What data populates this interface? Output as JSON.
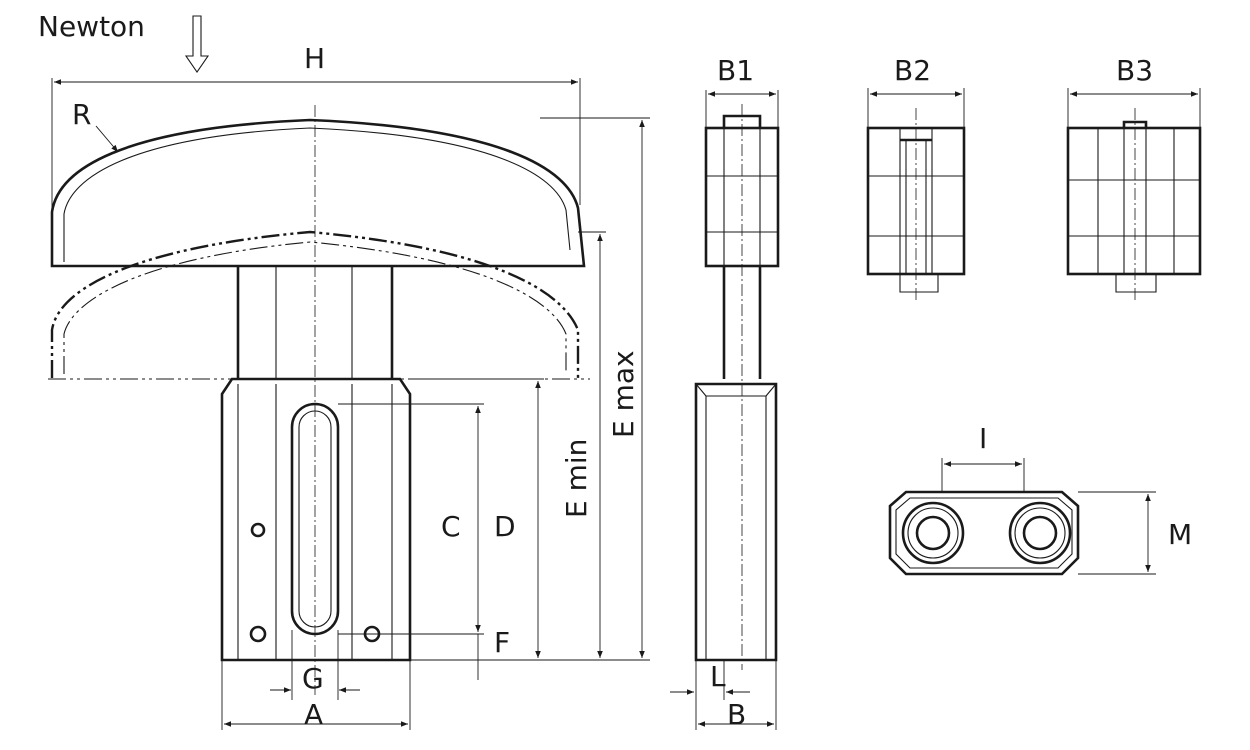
{
  "labels": {
    "newton": "Newton",
    "H": "H",
    "R": "R",
    "C": "C",
    "D": "D",
    "E_min": "E min",
    "E_max": "E max",
    "F": "F",
    "G": "G",
    "A": "A",
    "B1": "B1",
    "B2": "B2",
    "B3": "B3",
    "L": "L",
    "B": "B",
    "I": "I",
    "M": "M"
  }
}
